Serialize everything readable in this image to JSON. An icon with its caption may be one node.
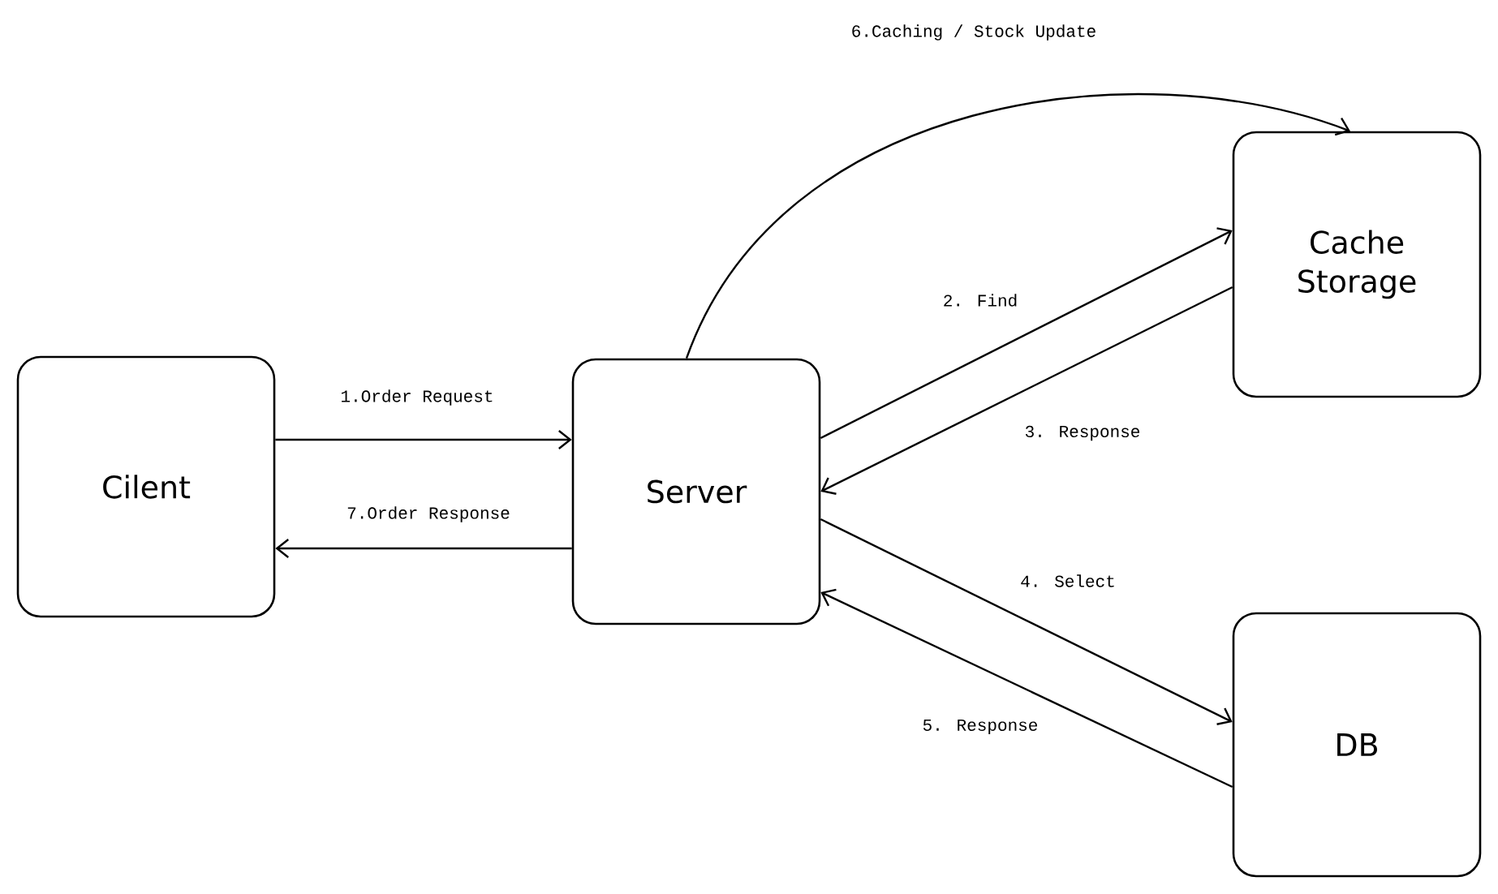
{
  "diagram": {
    "nodes": [
      {
        "text": [
          "Cilent"
        ]
      },
      {
        "text": [
          "Server"
        ]
      },
      {
        "text": [
          "Cache Storage"
        ]
      },
      {
        "text": [
          "DB"
        ]
      }
    ],
    "edges": [
      {
        "from": 0,
        "to": 1,
        "arrow": "to",
        "label": "1.Order Request"
      },
      {
        "from": 1,
        "to": 2,
        "arrow": "to",
        "label": "2. Find"
      },
      {
        "from": 2,
        "to": 1,
        "arrow": "to",
        "label": "3. Response"
      },
      {
        "from": 1,
        "to": 3,
        "arrow": "to",
        "label": "4. Select"
      },
      {
        "from": 3,
        "to": 1,
        "arrow": "to",
        "label": "5. Response"
      },
      {
        "from": 1,
        "to": 2,
        "arrow": "to",
        "label": "6.Caching / Stock Update"
      },
      {
        "from": 1,
        "to": 0,
        "arrow": "to",
        "label": "7.Order Response"
      }
    ]
  }
}
